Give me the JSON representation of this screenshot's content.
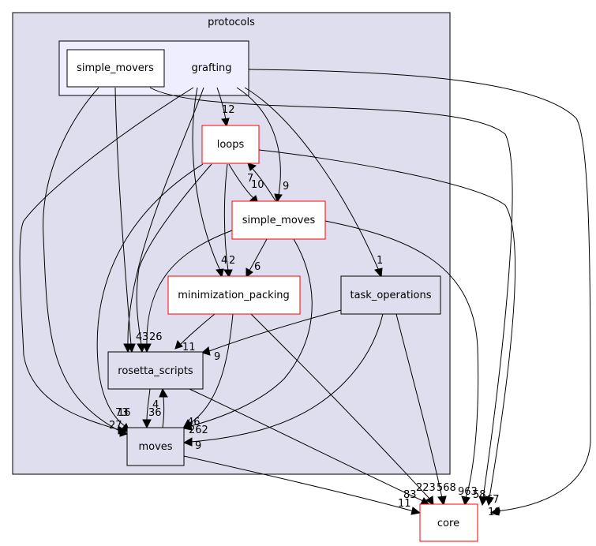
{
  "diagram": {
    "clusters": {
      "outer": "protocols",
      "inner": "grafting"
    },
    "nodes": {
      "simple_movers": "simple_movers",
      "loops": "loops",
      "simple_moves": "simple_moves",
      "minimization_packing": "minimization_packing",
      "task_operations": "task_operations",
      "rosetta_scripts": "rosetta_scripts",
      "moves": "moves",
      "core": "core"
    },
    "edge_labels": {
      "grafting_loops": "12",
      "loops_simple_moves": "10",
      "simple_moves_loops": "7",
      "grafting_simple_moves": "9",
      "grafting_task_operations": "1",
      "loops_minimization_packing": "2",
      "grafting_minimization_packing": "4",
      "simple_moves_minimization_packing": "6",
      "grafting_rosetta_scripts": "4",
      "loops_rosetta_scripts": "3",
      "simple_moves_rosetta_scripts": "26",
      "minimization_packing_rosetta_scripts": "11",
      "task_operations_rosetta_scripts": "9",
      "rosetta_scripts_moves": "36",
      "moves_rosetta_scripts": "4",
      "loops_moves": "73",
      "simple_movers_moves": "16",
      "grafting_moves": "27",
      "simple_moves_moves": "46",
      "minimization_packing_moves": "262",
      "task_operations_moves": "9",
      "moves_core": "11",
      "rosetta_scripts_core": "83",
      "minimization_packing_core": "223",
      "task_operations_core": "568",
      "simple_moves_core": "963",
      "loops_core": "58",
      "simple_movers_core": "67",
      "grafting_core": "19"
    },
    "colors": {
      "cluster_outer_fill": "#dedeee",
      "cluster_inner_fill": "#eeeeff",
      "node_fill": "#ffffff",
      "node_red_border": "#ff0000",
      "node_black_border": "#000000"
    }
  }
}
